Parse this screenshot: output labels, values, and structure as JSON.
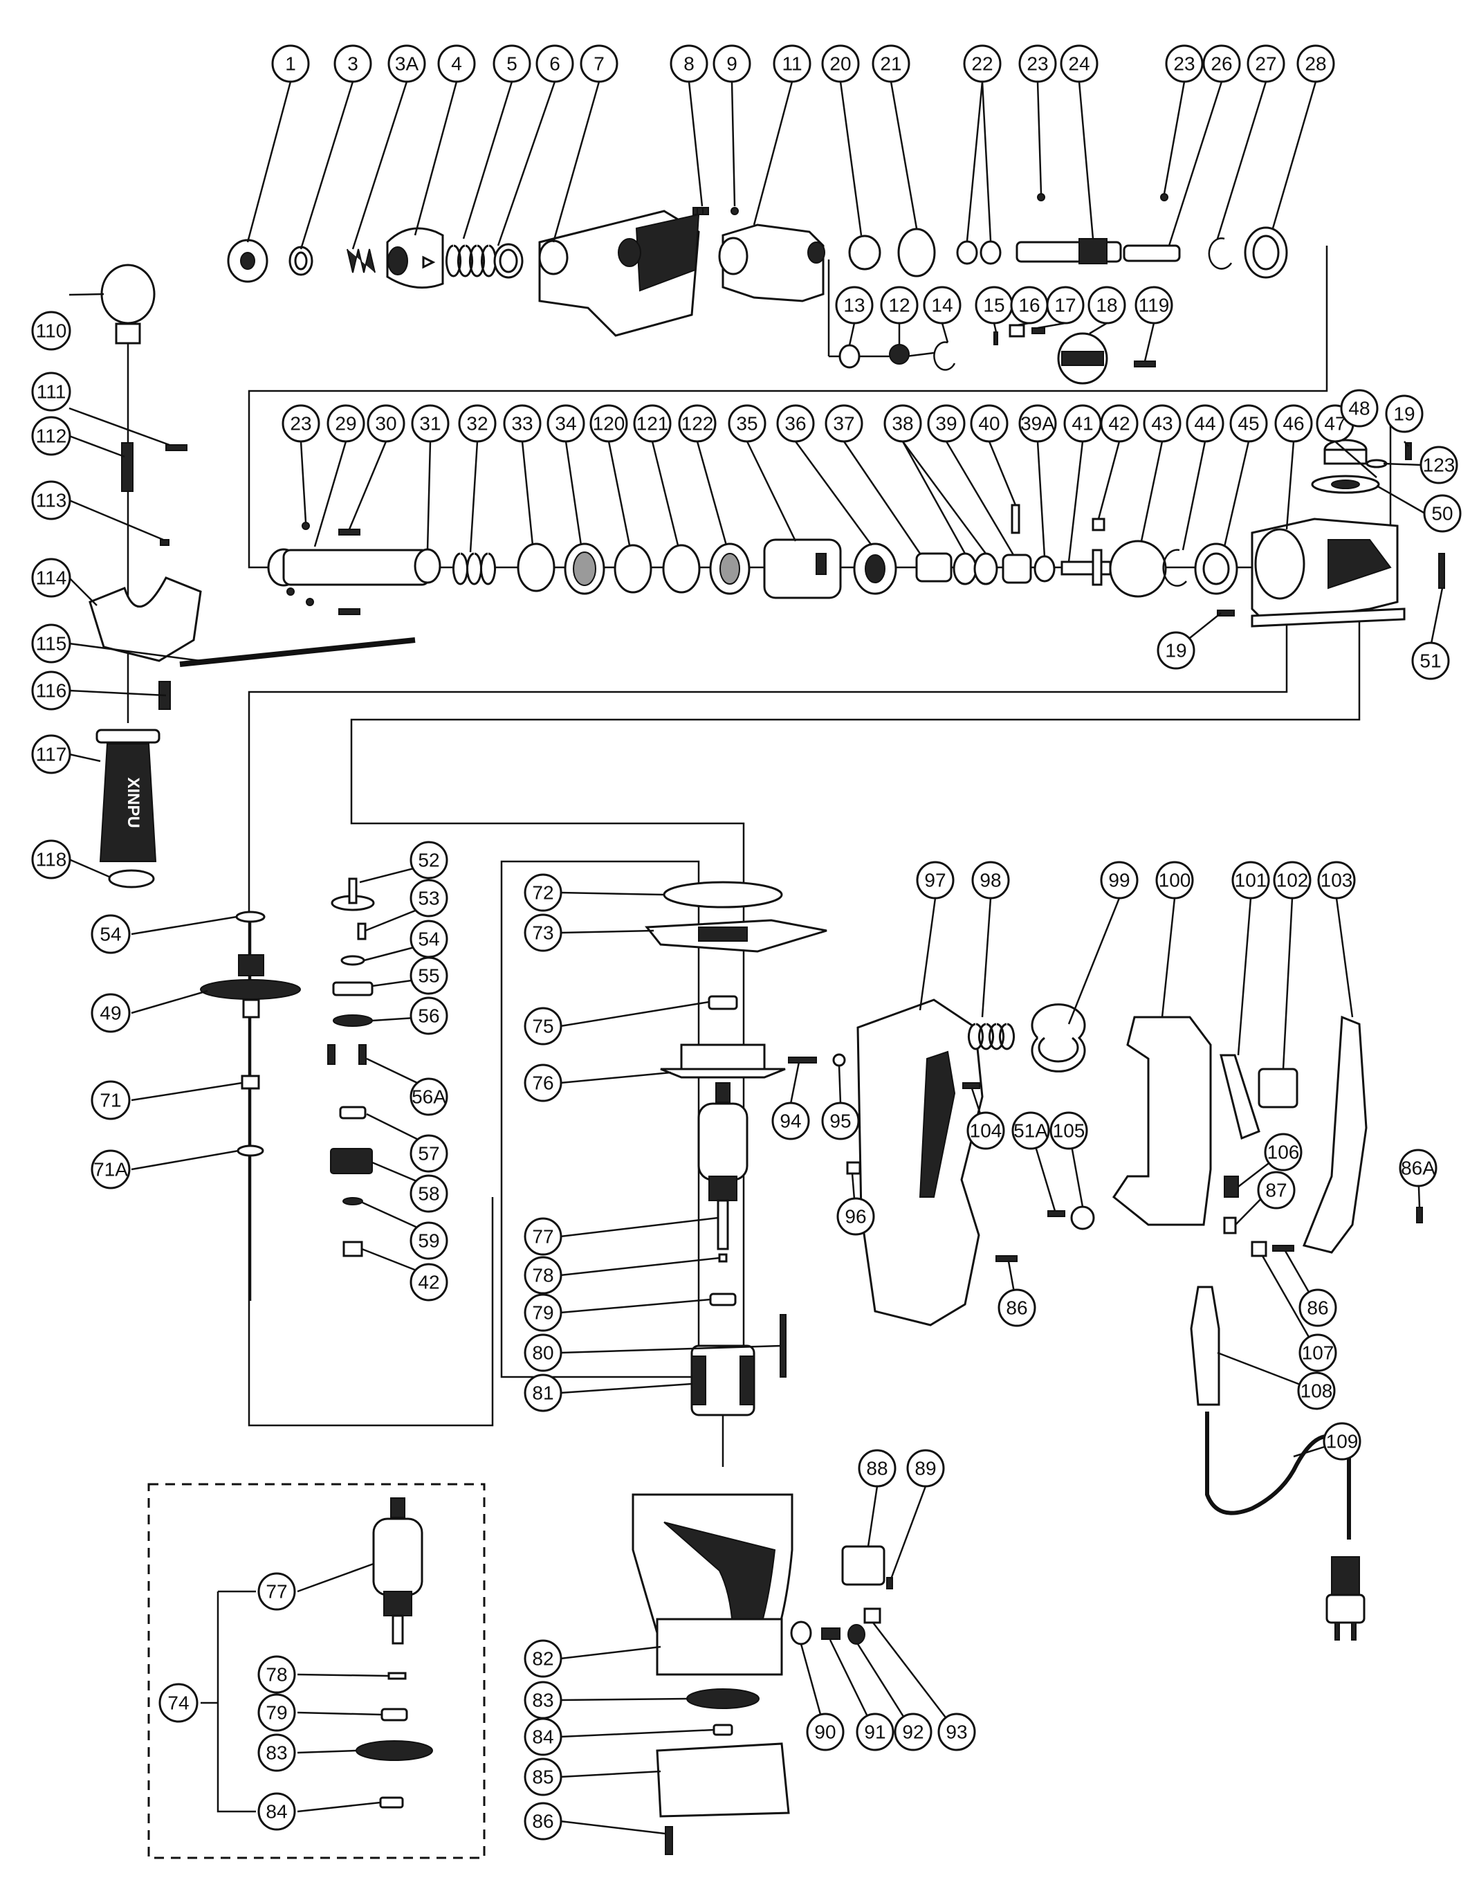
{
  "brand_marking": "XINPU",
  "group_74": {
    "label": "74",
    "members": [
      "77",
      "78",
      "79",
      "83",
      "84"
    ]
  },
  "callouts": [
    "1",
    "3",
    "3A",
    "4",
    "5",
    "6",
    "7",
    "8",
    "9",
    "11",
    "20",
    "21",
    "22",
    "23",
    "24",
    "23",
    "26",
    "27",
    "28",
    "13",
    "12",
    "14",
    "15",
    "16",
    "17",
    "18",
    "119",
    "110",
    "111",
    "112",
    "113",
    "114",
    "115",
    "116",
    "117",
    "118",
    "23",
    "29",
    "30",
    "31",
    "32",
    "33",
    "34",
    "120",
    "121",
    "122",
    "35",
    "36",
    "37",
    "38",
    "39",
    "40",
    "39A",
    "41",
    "42",
    "43",
    "44",
    "45",
    "46",
    "47",
    "48",
    "19",
    "123",
    "50",
    "19",
    "51",
    "52",
    "53",
    "54",
    "55",
    "56",
    "56A",
    "57",
    "58",
    "59",
    "42",
    "54",
    "49",
    "71",
    "71A",
    "72",
    "73",
    "75",
    "76",
    "77",
    "78",
    "79",
    "80",
    "81",
    "97",
    "98",
    "99",
    "100",
    "101",
    "102",
    "103",
    "94",
    "95",
    "104",
    "51A",
    "105",
    "106",
    "86A",
    "96",
    "87",
    "86",
    "86",
    "107",
    "108",
    "109",
    "88",
    "89",
    "82",
    "90",
    "91",
    "92",
    "93",
    "83",
    "84",
    "85",
    "86",
    "74",
    "77",
    "78",
    "79",
    "83",
    "84"
  ]
}
